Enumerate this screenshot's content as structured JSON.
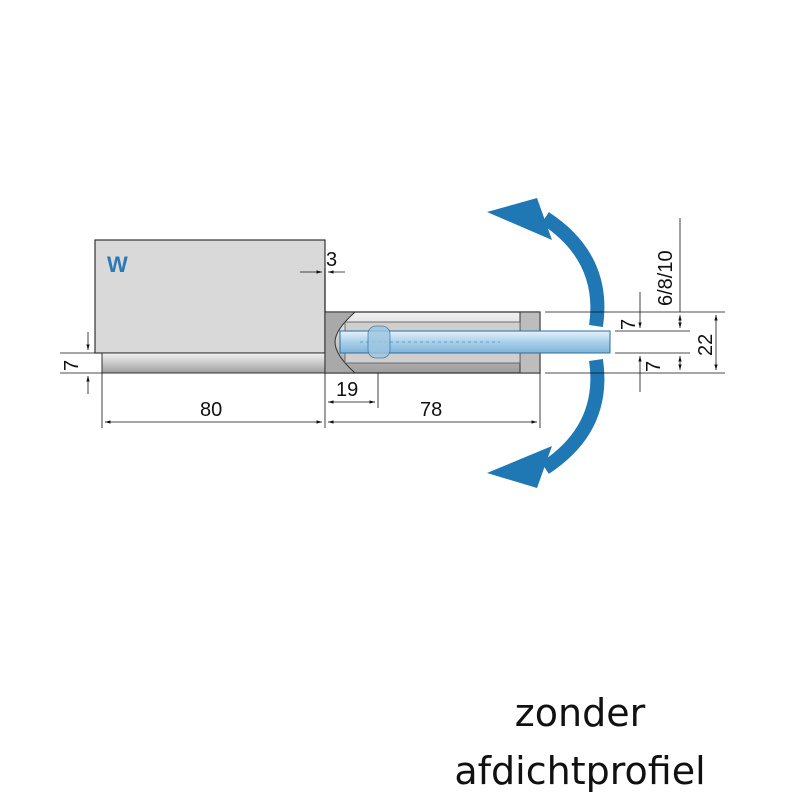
{
  "diagram": {
    "wall_label": "W",
    "dimensions": {
      "gap": "3",
      "wall_offset": "80",
      "inner_depth": "19",
      "clamp_length": "78",
      "top_thickness": "7",
      "bottom_thickness": "7",
      "total_height": "22",
      "glass_thickness": "6/8/10",
      "wall_side_thickness": "7"
    },
    "colors": {
      "arrow": "#1f78b4",
      "glass": "#b9d9ee",
      "metal": "#d9d9d9"
    }
  },
  "caption": {
    "line1": "zonder",
    "line2": "afdichtprofiel"
  }
}
